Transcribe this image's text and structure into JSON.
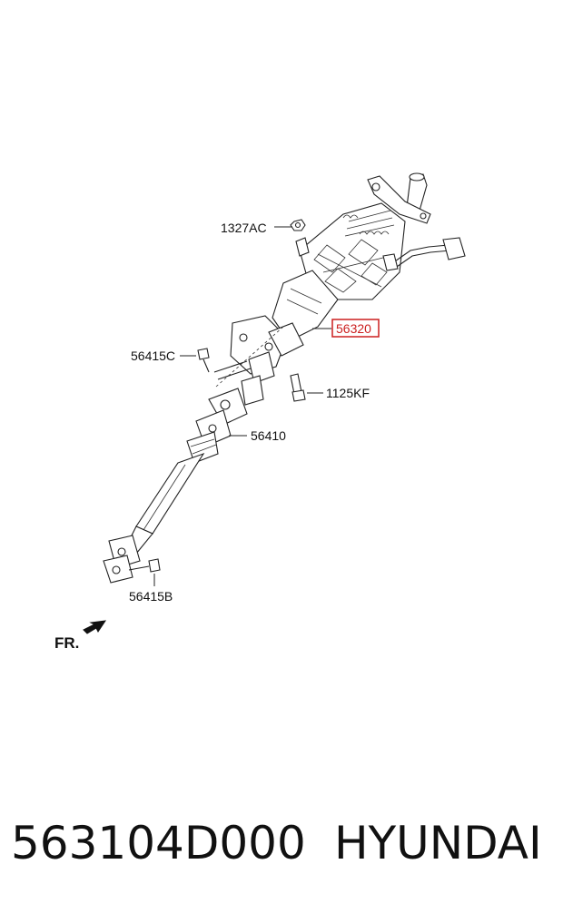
{
  "diagram": {
    "callouts": {
      "c1327ac": "1327AC",
      "c56320": "56320",
      "c56415c": "56415C",
      "c1125kf": "1125KF",
      "c56410": "56410",
      "c56415b": "56415B"
    },
    "highlighted_callout": "56320",
    "highlight_color": "#cc1f1f",
    "front_indicator": "FR."
  },
  "footer": {
    "part_number": "563104D000",
    "brand": "HYUNDAI"
  }
}
